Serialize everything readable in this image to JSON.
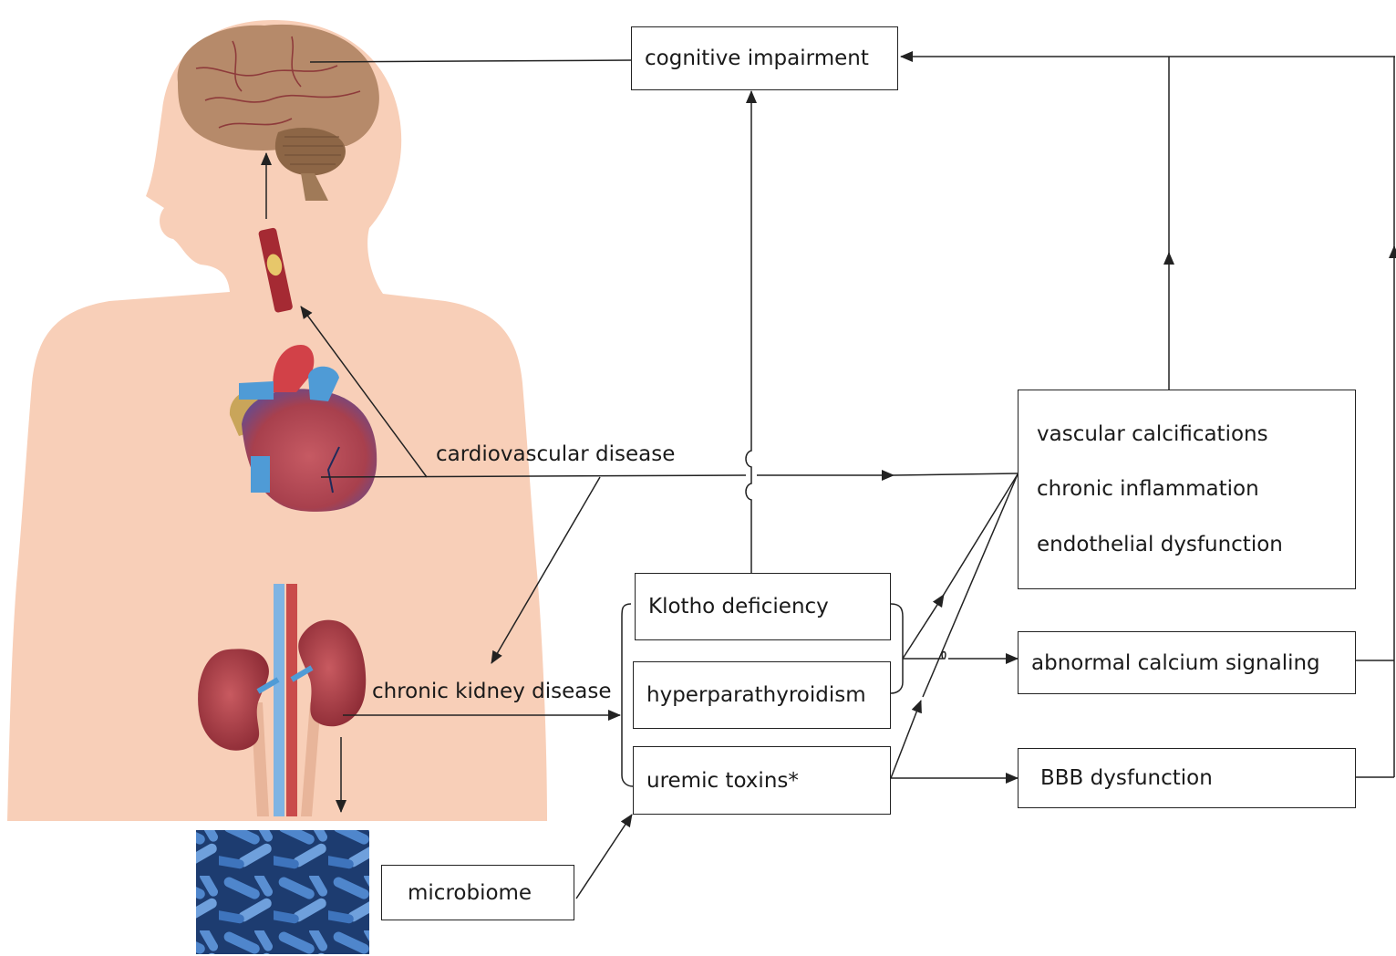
{
  "labels": {
    "cardiovascular": "cardiovascular disease",
    "ckd": "chronic kidney disease"
  },
  "boxes": {
    "cognitive": "cognitive impairment",
    "vascular_lines": [
      "vascular calcifications",
      "chronic inflammation",
      "endothelial dysfunction"
    ],
    "klotho": "Klotho deficiency",
    "hyperpara": "hyperparathyroidism",
    "uremic": "uremic toxins*",
    "calcium": "abnormal calcium signaling",
    "bbb": "BBB dysfunction",
    "microbiome": "microbiome"
  },
  "colors": {
    "skin": "#f8cfb8",
    "brain": "#b68a6a",
    "heart": "#b0404e",
    "kidney": "#a93a44",
    "vessel_blue": "#4f9bd6",
    "bacteria": "#3d6fb3",
    "line": "#222222"
  },
  "icons": [
    "brain-icon",
    "artery-icon",
    "heart-icon",
    "kidney-icon",
    "bacteria-icon"
  ]
}
